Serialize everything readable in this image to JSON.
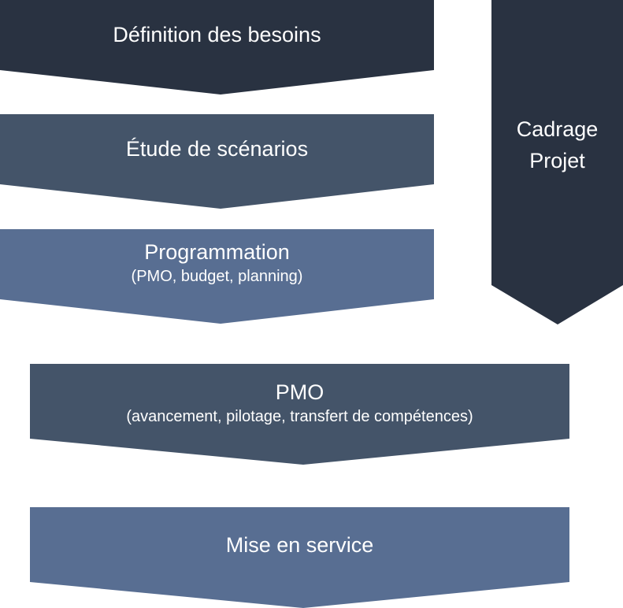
{
  "colors": {
    "dark": "#293241",
    "medium": "#445469",
    "light": "#586E92",
    "text": "#ffffff"
  },
  "steps": [
    {
      "title": "Définition des besoins",
      "subtitle": ""
    },
    {
      "title": "Étude de scénarios",
      "subtitle": ""
    },
    {
      "title": "Programmation",
      "subtitle": "(PMO, budget, planning)"
    },
    {
      "title": "PMO",
      "subtitle": "(avancement, pilotage, transfert de compétences)"
    },
    {
      "title": "Mise en service",
      "subtitle": ""
    }
  ],
  "side": {
    "title_line1": "Cadrage",
    "title_line2": "Projet"
  }
}
